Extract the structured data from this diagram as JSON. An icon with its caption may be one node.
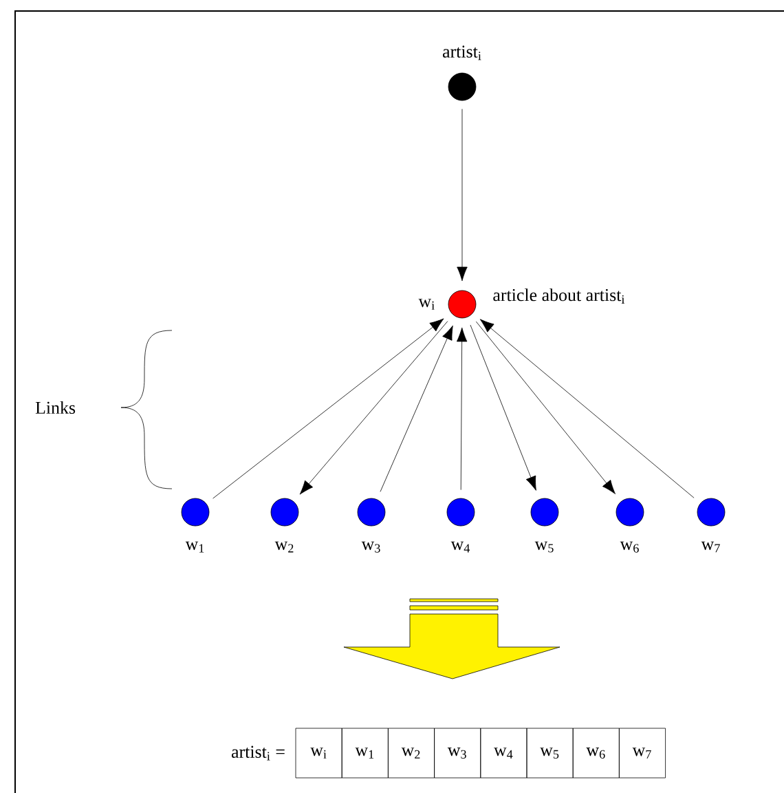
{
  "diagram": {
    "nodes": [
      {
        "text": [
          "artist$_{i}$"
        ]
      },
      {
        "text": [
          "w$_{i}$"
        ],
        "beside": [
          "article about artist$_{i}$"
        ]
      },
      {
        "text": [
          "w$_{1}$"
        ]
      },
      {
        "text": [
          "w$_{2}$"
        ]
      },
      {
        "text": [
          "w$_{3}$"
        ]
      },
      {
        "text": [
          "w$_{4}$"
        ]
      },
      {
        "text": [
          "w$_{5}$"
        ]
      },
      {
        "text": [
          "w$_{6}$"
        ]
      },
      {
        "text": [
          "w$_{7}$"
        ]
      }
    ],
    "edges": [
      {
        "from": 0,
        "to": 1,
        "arrow": "to"
      },
      {
        "from": 2,
        "to": 1,
        "arrow": "to"
      },
      {
        "from": 1,
        "to": 3,
        "arrow": "to"
      },
      {
        "from": 4,
        "to": 1,
        "arrow": "to"
      },
      {
        "from": 5,
        "to": 1,
        "arrow": "to"
      },
      {
        "from": 1,
        "to": 6,
        "arrow": "to"
      },
      {
        "from": 1,
        "to": 7,
        "arrow": "to"
      },
      {
        "from": 8,
        "to": 1,
        "arrow": "to"
      }
    ],
    "labels": [
      "Links",
      "artist$_{i}$ =",
      "w$_{i}$",
      "w$_{1}$",
      "w$_{2}$",
      "w$_{3}$",
      "w$_{4}$",
      "w$_{5}$",
      "w$_{6}$",
      "w$_{7}$"
    ]
  }
}
